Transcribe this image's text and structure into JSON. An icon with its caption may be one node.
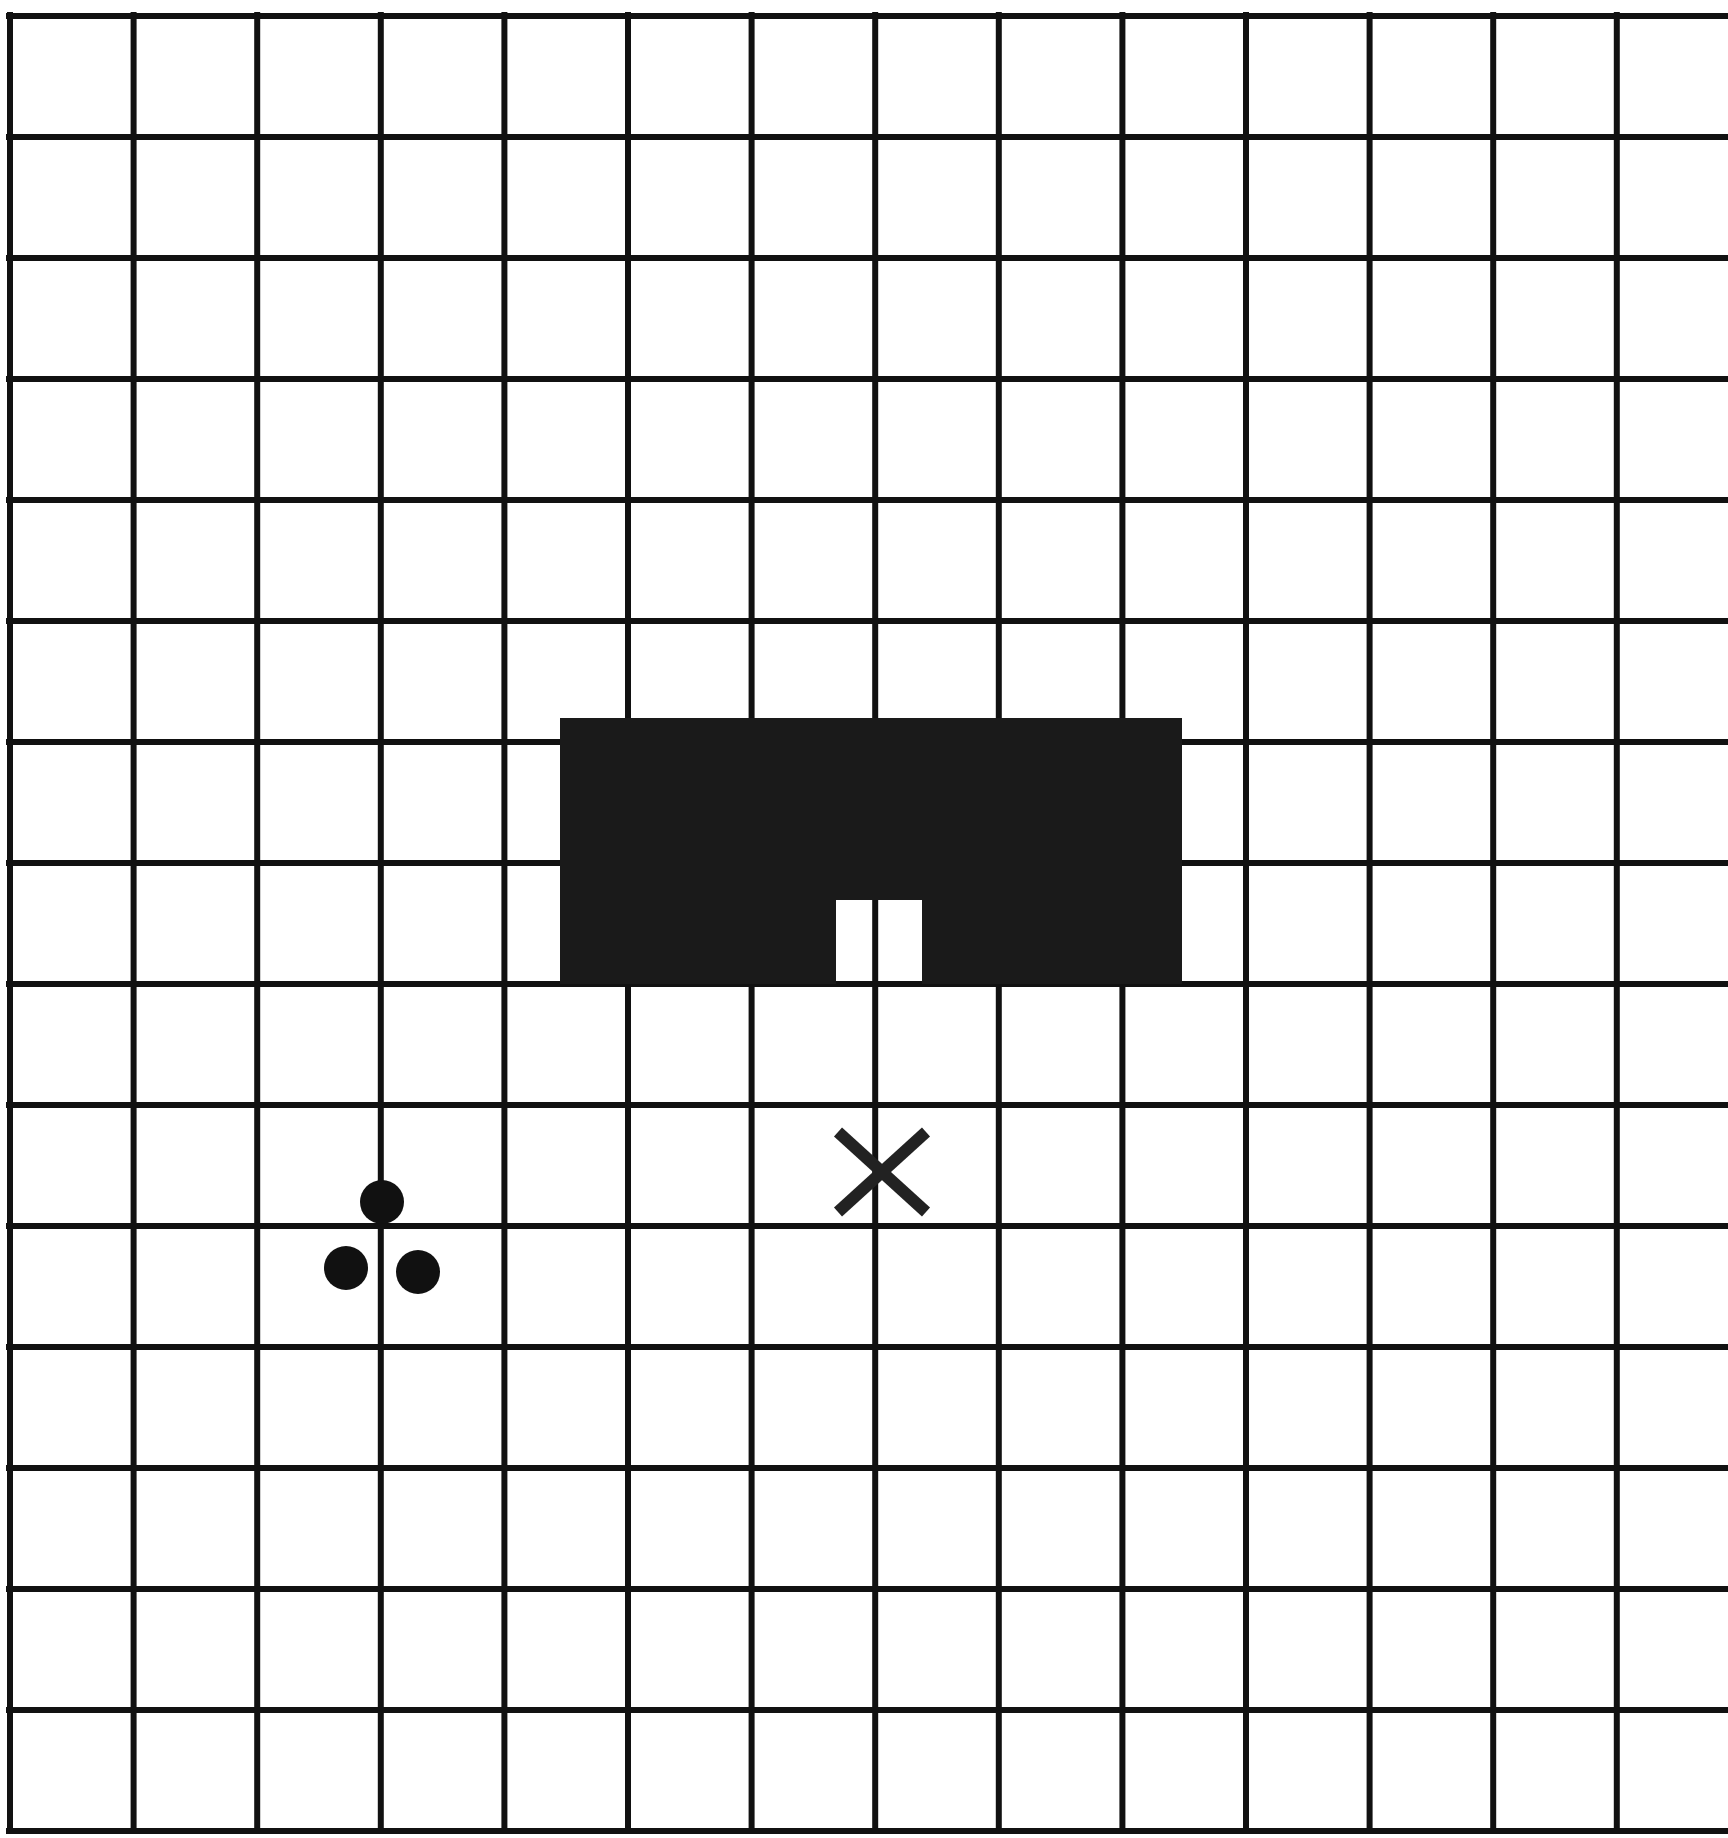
{
  "diagram": {
    "nodes": [
      {
        "text": [],
        "shape": "box"
      },
      {
        "text": [],
        "shape": "cross"
      },
      {
        "text": [],
        "shape": "circle"
      },
      {
        "text": [],
        "shape": "circle"
      },
      {
        "text": [],
        "shape": "circle"
      }
    ]
  }
}
